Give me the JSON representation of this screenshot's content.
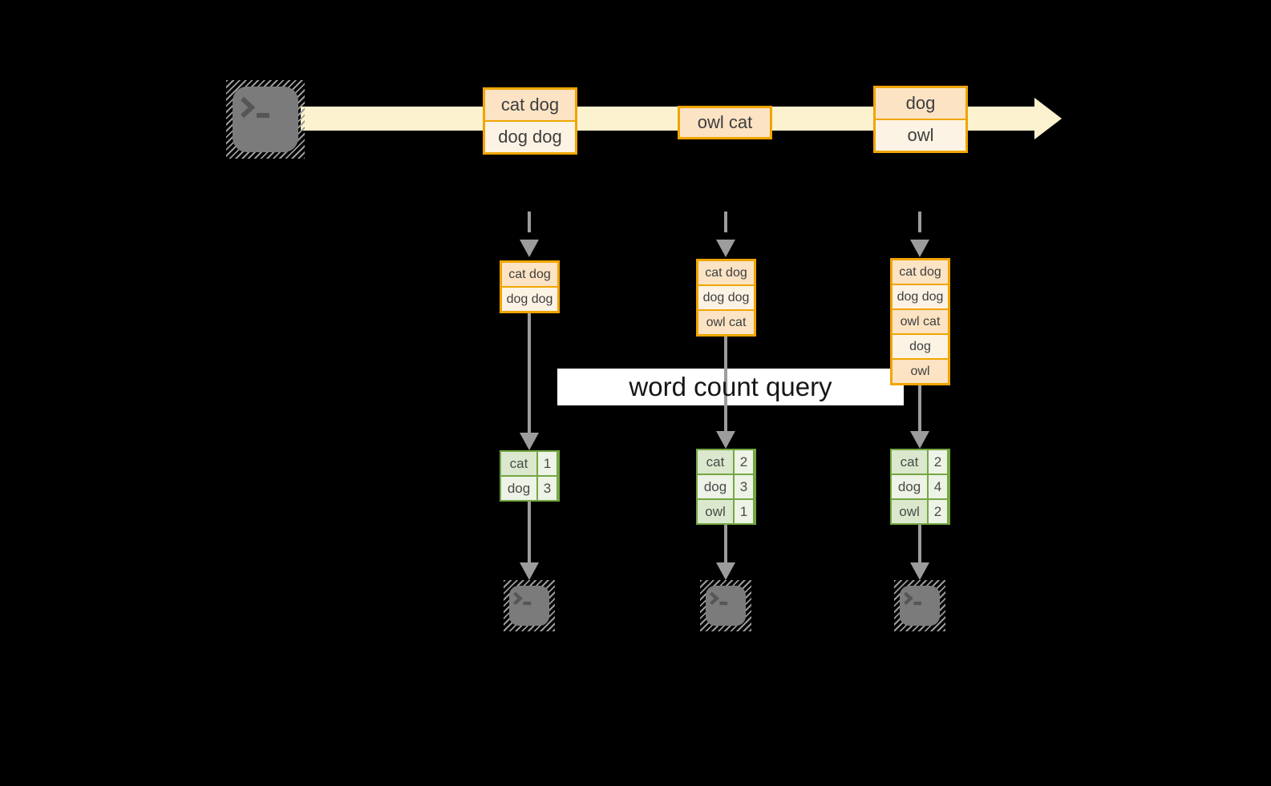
{
  "query_label": "word count query",
  "colors": {
    "background": "#000000",
    "stream_band": "#FCF2CF",
    "orange_border": "#F0A500",
    "peach_fill": "#FBE3C4",
    "cream_fill": "#FDF3E4",
    "green_border": "#74A742",
    "green_fill": "#DBE8CD",
    "green_fill_light": "#EDF3E6",
    "arrow_gray": "#9C9C9C",
    "terminal_gray": "#7B7B7B",
    "label_band": "#FFFFFF"
  },
  "source": {
    "icon": "terminal-icon"
  },
  "stream": {
    "events": [
      {
        "rows": [
          "cat dog",
          "dog dog"
        ]
      },
      {
        "rows": [
          "owl cat"
        ]
      },
      {
        "rows": [
          "dog",
          "owl"
        ]
      }
    ]
  },
  "columns": [
    {
      "buffer": [
        "cat dog",
        "dog dog"
      ],
      "counts": {
        "rows": [
          {
            "word": "cat",
            "count": "1"
          },
          {
            "word": "dog",
            "count": "3"
          }
        ]
      },
      "sink": {
        "icon": "terminal-icon"
      }
    },
    {
      "buffer": [
        "cat dog",
        "dog dog",
        "owl cat"
      ],
      "counts": {
        "rows": [
          {
            "word": "cat",
            "count": "2"
          },
          {
            "word": "dog",
            "count": "3"
          },
          {
            "word": "owl",
            "count": "1"
          }
        ]
      },
      "sink": {
        "icon": "terminal-icon"
      }
    },
    {
      "buffer": [
        "cat dog",
        "dog dog",
        "owl cat",
        "dog",
        "owl"
      ],
      "counts": {
        "rows": [
          {
            "word": "cat",
            "count": "2"
          },
          {
            "word": "dog",
            "count": "4"
          },
          {
            "word": "owl",
            "count": "2"
          }
        ]
      },
      "sink": {
        "icon": "terminal-icon"
      }
    }
  ]
}
